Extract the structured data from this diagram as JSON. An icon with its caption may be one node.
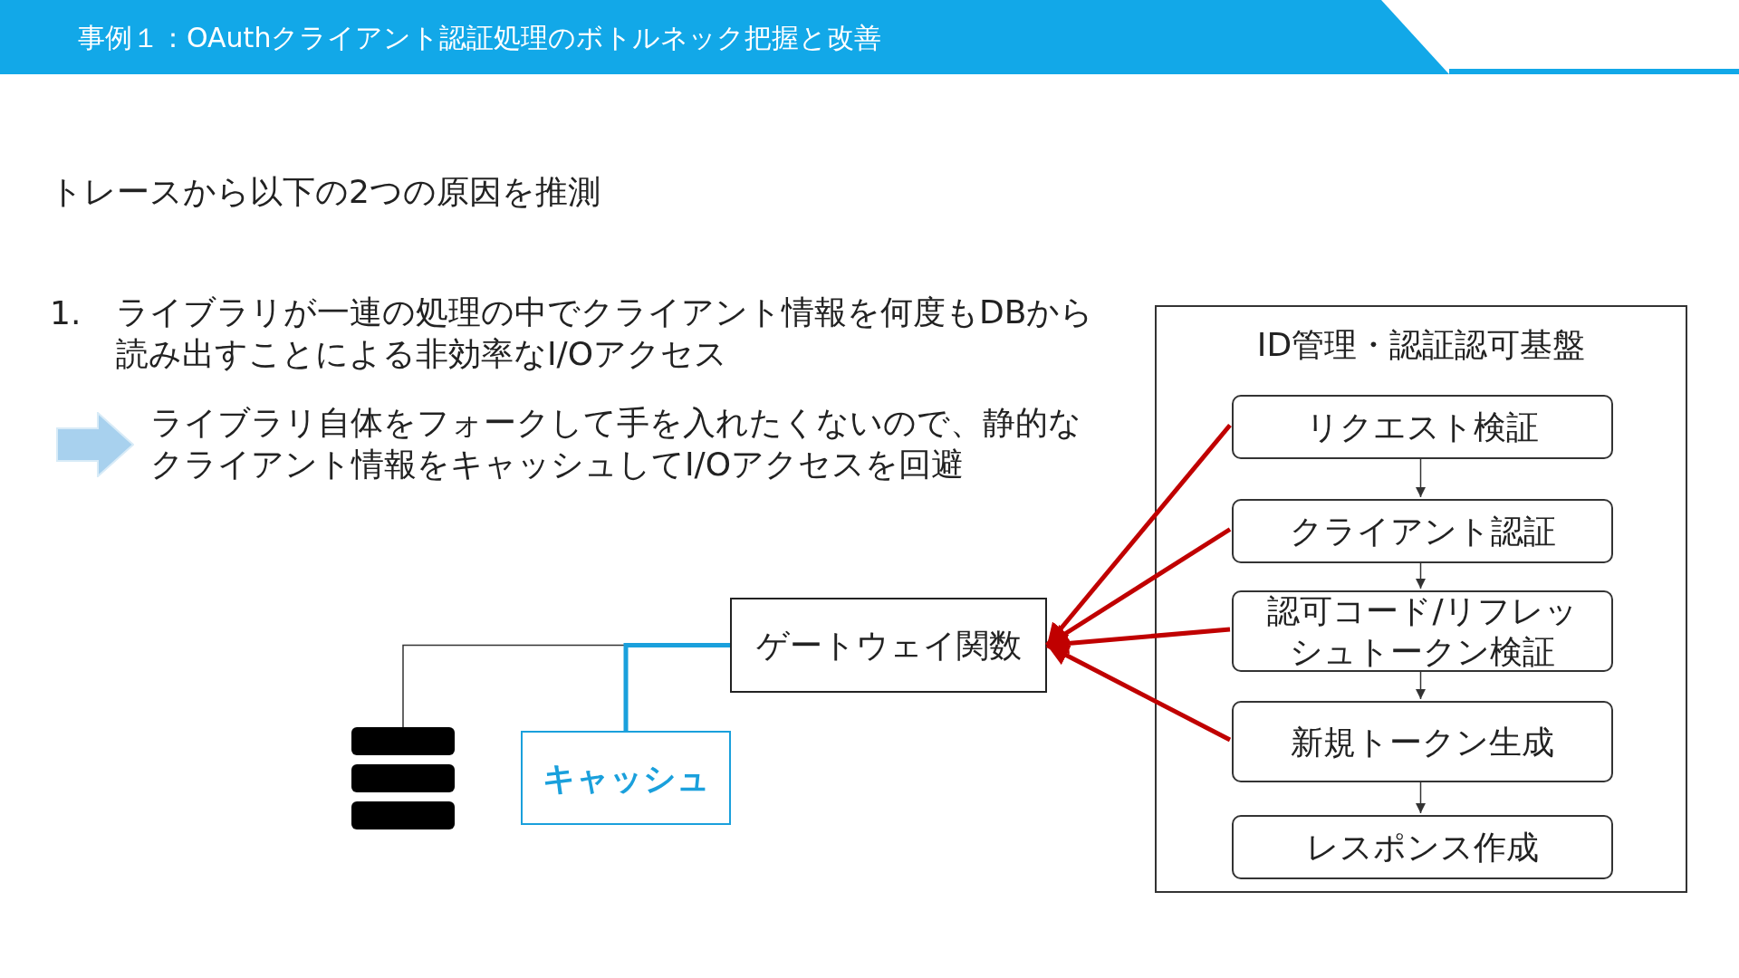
{
  "diagram": {
    "title": "事例１：OAuthクライアント認証処理のボトルネック把握と改善",
    "nodes": [
      {
        "text": [
          "ID管理・認証認可基盤"
        ]
      },
      {
        "text": [
          "リクエスト検証"
        ],
        "in": 0
      },
      {
        "text": [
          "クライアント認証"
        ],
        "in": 0
      },
      {
        "text": [
          "認可コード/リフレッシュトークン検証"
        ],
        "in": 0
      },
      {
        "text": [
          "新規トークン生成"
        ],
        "in": 0
      },
      {
        "text": [
          "レスポンス作成"
        ],
        "in": 0
      },
      {
        "text": [
          "ゲートウェイ関数"
        ]
      },
      {
        "text": [
          "キャッシュ"
        ]
      },
      {
        "text": [],
        "shape": "bar"
      }
    ],
    "edges": [
      {
        "from": 1,
        "to": 2,
        "arrow": "to"
      },
      {
        "from": 2,
        "to": 3,
        "arrow": "to"
      },
      {
        "from": 3,
        "to": 4,
        "arrow": "to"
      },
      {
        "from": 4,
        "to": 5,
        "arrow": "to"
      },
      {
        "from": 1,
        "to": 6,
        "arrow": "to",
        "style": "thick",
        "color": "#c00000"
      },
      {
        "from": 2,
        "to": 6,
        "arrow": "to",
        "style": "thick",
        "color": "#c00000"
      },
      {
        "from": 3,
        "to": 6,
        "arrow": "to",
        "style": "thick",
        "color": "#c00000"
      },
      {
        "from": 4,
        "to": 6,
        "arrow": "to",
        "style": "thick",
        "color": "#c00000"
      },
      {
        "from": 6,
        "to": 8,
        "arrow": "none",
        "color": "#333333"
      },
      {
        "from": 6,
        "to": 7,
        "arrow": "none",
        "style": "thick",
        "color": "#1aa0dc"
      }
    ],
    "labels": [
      "トレースから以下の2つの原因を推測",
      "1.",
      "ライブラリが一連の処理の中でクライアント情報を何度もDBから読み出すことによる非効率なI/Oアクセス",
      "ライブラリ自体をフォークして手を入れたくないので、静的なクライアント情報をキャッシュしてI/Oアクセスを回避"
    ]
  }
}
